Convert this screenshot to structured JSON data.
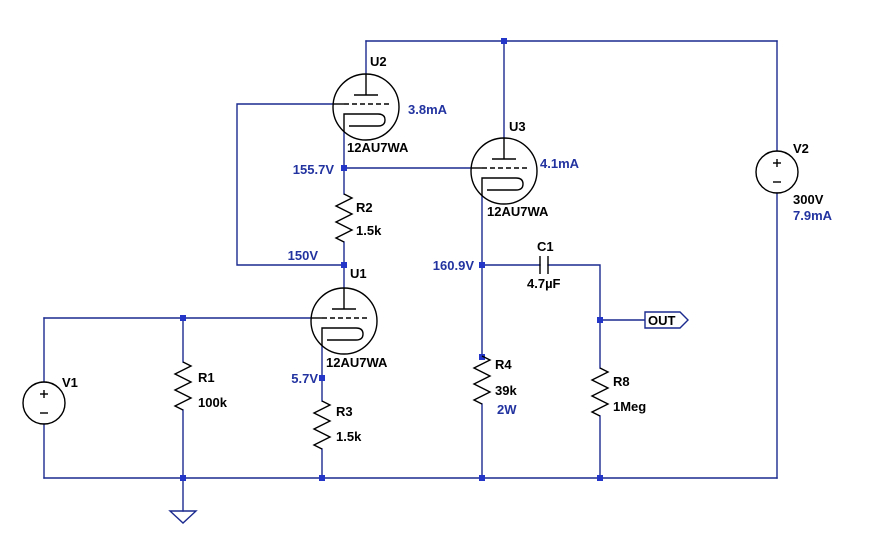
{
  "tubes": {
    "u1": {
      "ref": "U1",
      "model": "12AU7WA"
    },
    "u2": {
      "ref": "U2",
      "model": "12AU7WA",
      "current": "3.8mA"
    },
    "u3": {
      "ref": "U3",
      "model": "12AU7WA",
      "current": "4.1mA"
    }
  },
  "resistors": {
    "r1": {
      "ref": "R1",
      "value": "100k"
    },
    "r2": {
      "ref": "R2",
      "value": "1.5k"
    },
    "r3": {
      "ref": "R3",
      "value": "1.5k"
    },
    "r4": {
      "ref": "R4",
      "value": "39k",
      "power": "2W"
    },
    "r8": {
      "ref": "R8",
      "value": "1Meg"
    }
  },
  "capacitors": {
    "c1": {
      "ref": "C1",
      "value": "4.7µF"
    }
  },
  "sources": {
    "v1": {
      "ref": "V1"
    },
    "v2": {
      "ref": "V2",
      "value": "300V",
      "current": "7.9mA"
    }
  },
  "node_voltages": {
    "u2_cathode": "155.7V",
    "u1_plate": "150V",
    "u3_cathode": "160.9V",
    "u1_cathode": "5.7V"
  },
  "ports": {
    "out": "OUT"
  },
  "colors": {
    "background": "#ffffff",
    "wire": "#1b2a8f",
    "junction": "#2436c8",
    "symbol": "#000000",
    "label": "#000000",
    "annotation": "#2233a0"
  }
}
